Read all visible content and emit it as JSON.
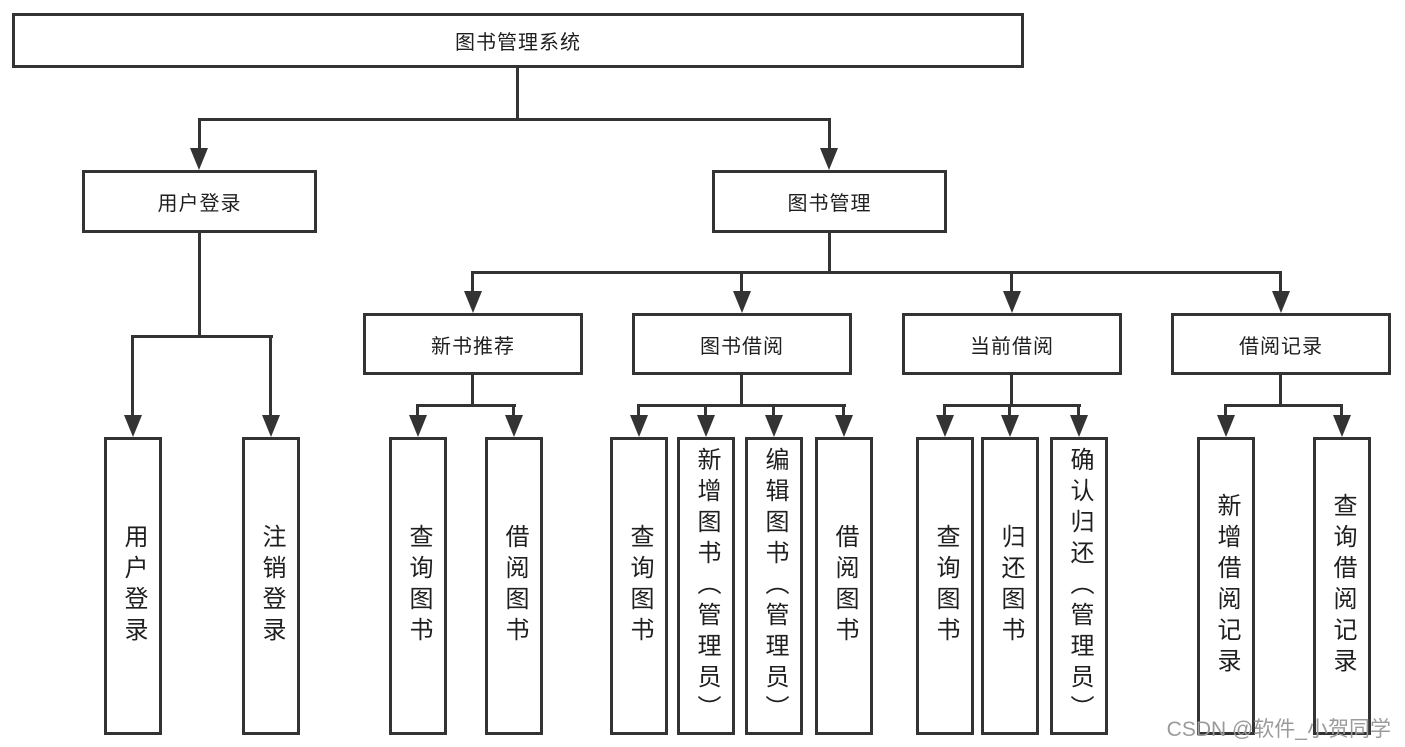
{
  "diagram": {
    "title": "图书管理系统",
    "nodes": {
      "root": "图书管理系统",
      "user_login": "用户登录",
      "book_mgmt": "图书管理",
      "new_books": "新书推荐",
      "book_borrow": "图书借阅",
      "current_borrow": "当前借阅",
      "borrow_records": "借阅记录"
    },
    "leaves": {
      "user_login": [
        "用户登录",
        "注销登录"
      ],
      "new_books": [
        "查询图书",
        "借阅图书"
      ],
      "book_borrow": [
        "查询图书",
        "新增图书（管理员）",
        "编辑图书（管理员）",
        "借阅图书"
      ],
      "current_borrow": [
        "查询图书",
        "归还图书",
        "确认归还（管理员）"
      ],
      "borrow_records": [
        "新增借阅记录",
        "查询借阅记录"
      ]
    },
    "watermark": "CSDN @软件_小贺同学",
    "colors": {
      "line": "#333333",
      "box_border": "#333333",
      "box_fill": "#ffffff",
      "text": "#1f1f1f",
      "watermark": "#9b9b9b",
      "background": "#ffffff"
    }
  }
}
